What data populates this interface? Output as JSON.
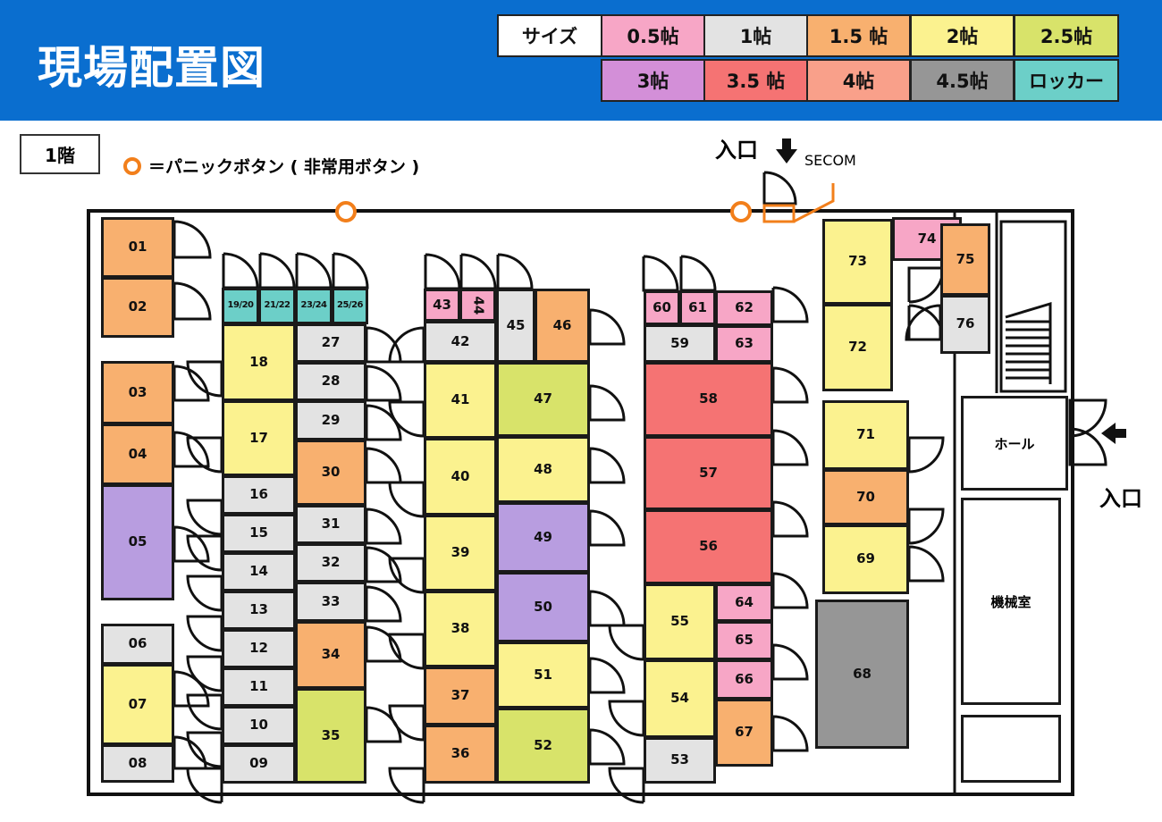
{
  "header": {
    "title": "現場配置図"
  },
  "legend": {
    "heading": "サイズ",
    "items": [
      {
        "label": "0.5帖",
        "key": "0.5",
        "color": "#f7a6c6"
      },
      {
        "label": "1帖",
        "key": "1",
        "color": "#e3e3e3"
      },
      {
        "label": "1.5 帖",
        "key": "1.5",
        "color": "#f8b06f"
      },
      {
        "label": "2帖",
        "key": "2",
        "color": "#fbf28f"
      },
      {
        "label": "2.5帖",
        "key": "2.5",
        "color": "#d8e36a"
      },
      {
        "label": "3帖",
        "key": "3",
        "color": "#d38fd8"
      },
      {
        "label": "3.5 帖",
        "key": "3.5",
        "color": "#f57373"
      },
      {
        "label": "4帖",
        "key": "4",
        "color": "#f9a08a"
      },
      {
        "label": "4.5帖",
        "key": "4.5",
        "color": "#969696"
      },
      {
        "label": "ロッカー",
        "key": "locker",
        "color": "#6ccfc8"
      }
    ]
  },
  "floor": {
    "label": "1階",
    "panic_legend": "＝パニックボタン ( 非常用ボタン )",
    "panic_color": "#f27f1b"
  },
  "entrances": {
    "top_label": "入口",
    "security_label": "SECOM",
    "side_label": "入口"
  },
  "facilities": {
    "hall": "ホール",
    "machine_room": "機械室"
  },
  "rooms": [
    {
      "no": "01",
      "size": "1.5"
    },
    {
      "no": "02",
      "size": "1.5"
    },
    {
      "no": "03",
      "size": "1.5"
    },
    {
      "no": "04",
      "size": "1.5"
    },
    {
      "no": "05",
      "size": "3"
    },
    {
      "no": "06",
      "size": "1"
    },
    {
      "no": "07",
      "size": "2"
    },
    {
      "no": "08",
      "size": "1"
    },
    {
      "no": "09",
      "size": "1"
    },
    {
      "no": "10",
      "size": "1"
    },
    {
      "no": "11",
      "size": "1"
    },
    {
      "no": "12",
      "size": "1"
    },
    {
      "no": "13",
      "size": "1"
    },
    {
      "no": "14",
      "size": "1"
    },
    {
      "no": "15",
      "size": "1"
    },
    {
      "no": "16",
      "size": "1"
    },
    {
      "no": "17",
      "size": "2"
    },
    {
      "no": "18",
      "size": "2"
    },
    {
      "no": "19/20",
      "size": "locker"
    },
    {
      "no": "21/22",
      "size": "locker"
    },
    {
      "no": "23/24",
      "size": "locker"
    },
    {
      "no": "25/26",
      "size": "locker"
    },
    {
      "no": "27",
      "size": "1"
    },
    {
      "no": "28",
      "size": "1"
    },
    {
      "no": "29",
      "size": "1"
    },
    {
      "no": "30",
      "size": "1.5"
    },
    {
      "no": "31",
      "size": "1"
    },
    {
      "no": "32",
      "size": "1"
    },
    {
      "no": "33",
      "size": "1"
    },
    {
      "no": "34",
      "size": "1.5"
    },
    {
      "no": "35",
      "size": "2.5"
    },
    {
      "no": "36",
      "size": "1.5"
    },
    {
      "no": "37",
      "size": "1.5"
    },
    {
      "no": "38",
      "size": "2"
    },
    {
      "no": "39",
      "size": "2"
    },
    {
      "no": "40",
      "size": "2"
    },
    {
      "no": "41",
      "size": "2"
    },
    {
      "no": "42",
      "size": "1"
    },
    {
      "no": "43",
      "size": "0.5"
    },
    {
      "no": "44",
      "size": "0.5"
    },
    {
      "no": "45",
      "size": "1"
    },
    {
      "no": "46",
      "size": "1.5"
    },
    {
      "no": "47",
      "size": "2.5"
    },
    {
      "no": "48",
      "size": "2"
    },
    {
      "no": "49",
      "size": "3"
    },
    {
      "no": "50",
      "size": "3"
    },
    {
      "no": "51",
      "size": "2"
    },
    {
      "no": "52",
      "size": "2.5"
    },
    {
      "no": "53",
      "size": "1"
    },
    {
      "no": "54",
      "size": "2"
    },
    {
      "no": "55",
      "size": "2"
    },
    {
      "no": "56",
      "size": "3.5"
    },
    {
      "no": "57",
      "size": "3.5"
    },
    {
      "no": "58",
      "size": "3.5"
    },
    {
      "no": "59",
      "size": "1"
    },
    {
      "no": "60",
      "size": "0.5"
    },
    {
      "no": "61",
      "size": "0.5"
    },
    {
      "no": "62",
      "size": "0.5"
    },
    {
      "no": "63",
      "size": "0.5"
    },
    {
      "no": "64",
      "size": "0.5"
    },
    {
      "no": "65",
      "size": "0.5"
    },
    {
      "no": "66",
      "size": "0.5"
    },
    {
      "no": "67",
      "size": "1.5"
    },
    {
      "no": "68",
      "size": "4.5"
    },
    {
      "no": "69",
      "size": "2"
    },
    {
      "no": "70",
      "size": "1.5"
    },
    {
      "no": "71",
      "size": "2"
    },
    {
      "no": "72",
      "size": "2"
    },
    {
      "no": "73",
      "size": "2"
    },
    {
      "no": "74",
      "size": "0.5"
    },
    {
      "no": "75",
      "size": "1.5"
    },
    {
      "no": "76",
      "size": "1"
    }
  ]
}
